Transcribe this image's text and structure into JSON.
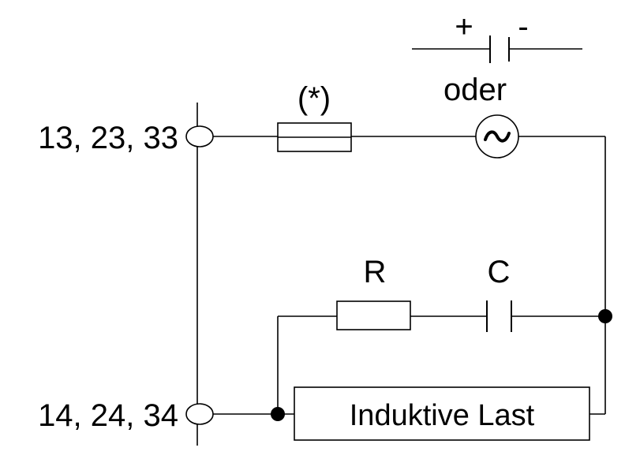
{
  "terminals": {
    "top": "13, 23, 33",
    "bottom": "14, 24, 34"
  },
  "fuse": {
    "note": "(*)"
  },
  "source": {
    "dc_plus": "+",
    "dc_minus": "-",
    "or_label": "oder",
    "ac_symbol": "~"
  },
  "snubber": {
    "resistor": "R",
    "capacitor": "C"
  },
  "load": {
    "label": "Induktive Last"
  },
  "colors": {
    "line": "#000000",
    "background": "#ffffff"
  }
}
